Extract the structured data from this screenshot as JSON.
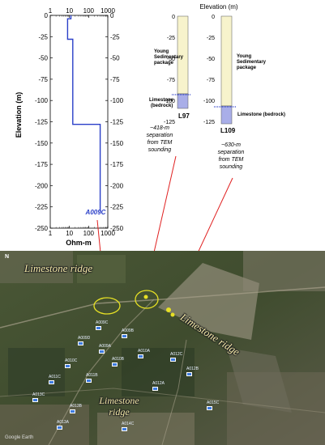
{
  "chart_data": {
    "type": "line",
    "xlabel": "Ohm-m",
    "ylabel": "Elevation (m)",
    "xscale": "log",
    "xlim": [
      1,
      1000
    ],
    "ylim": [
      -250,
      0
    ],
    "x_ticks": [
      1,
      10,
      100,
      1000
    ],
    "x_tick_labels": [
      "1",
      "10",
      "100",
      "1000"
    ],
    "y_ticks": [
      0,
      -25,
      -50,
      -75,
      -100,
      -125,
      -150,
      -175,
      -200,
      -225,
      -250
    ],
    "series": [
      {
        "name": "A009C",
        "color": "#2a3fc8",
        "points": [
          {
            "x": 12,
            "y": 0
          },
          {
            "x": 12,
            "y": -4
          },
          {
            "x": 8,
            "y": -4
          },
          {
            "x": 8,
            "y": -28
          },
          {
            "x": 15,
            "y": -28
          },
          {
            "x": 15,
            "y": -128
          },
          {
            "x": 400,
            "y": -128
          },
          {
            "x": 400,
            "y": -230
          }
        ]
      }
    ]
  },
  "wells": {
    "axis_label": "Elevation (m)",
    "y_ticks": [
      "0",
      "-25",
      "-50",
      "-75",
      "-100",
      "-125"
    ],
    "items": [
      {
        "id": "L97",
        "upper_label": "Young Sedimentary package",
        "upper_bottom": -100,
        "lower_label": "Limestone (bedrock)",
        "total_depth": -114,
        "note": "~418-m separation from TEM sounding"
      },
      {
        "id": "L109",
        "upper_label": "Young Sedimentary package",
        "upper_bottom": -108,
        "lower_label": "Limestone (bedrock)",
        "total_depth": -128,
        "note": "~630-m separation from TEM sounding"
      }
    ]
  },
  "map": {
    "labels": [
      "Limestone ridge",
      "Limestone ridge",
      "Limestone ridge"
    ],
    "attribution": "Google Earth",
    "north": "N",
    "site_tags": [
      "A009C",
      "A009D",
      "A009B",
      "A009A",
      "A010C",
      "A010B",
      "A010A",
      "A011C",
      "A011B",
      "A012C",
      "A012B",
      "A012A",
      "A013C",
      "A013B",
      "A013A",
      "A014C",
      "A015C"
    ]
  },
  "colors": {
    "curve": "#2a3fc8",
    "sediment": "#f7f3cc",
    "limestone": "#a9aee8",
    "pointer": "#e02020",
    "ellipse": "#e6e025",
    "ridge_label": "#f3e9a8"
  }
}
